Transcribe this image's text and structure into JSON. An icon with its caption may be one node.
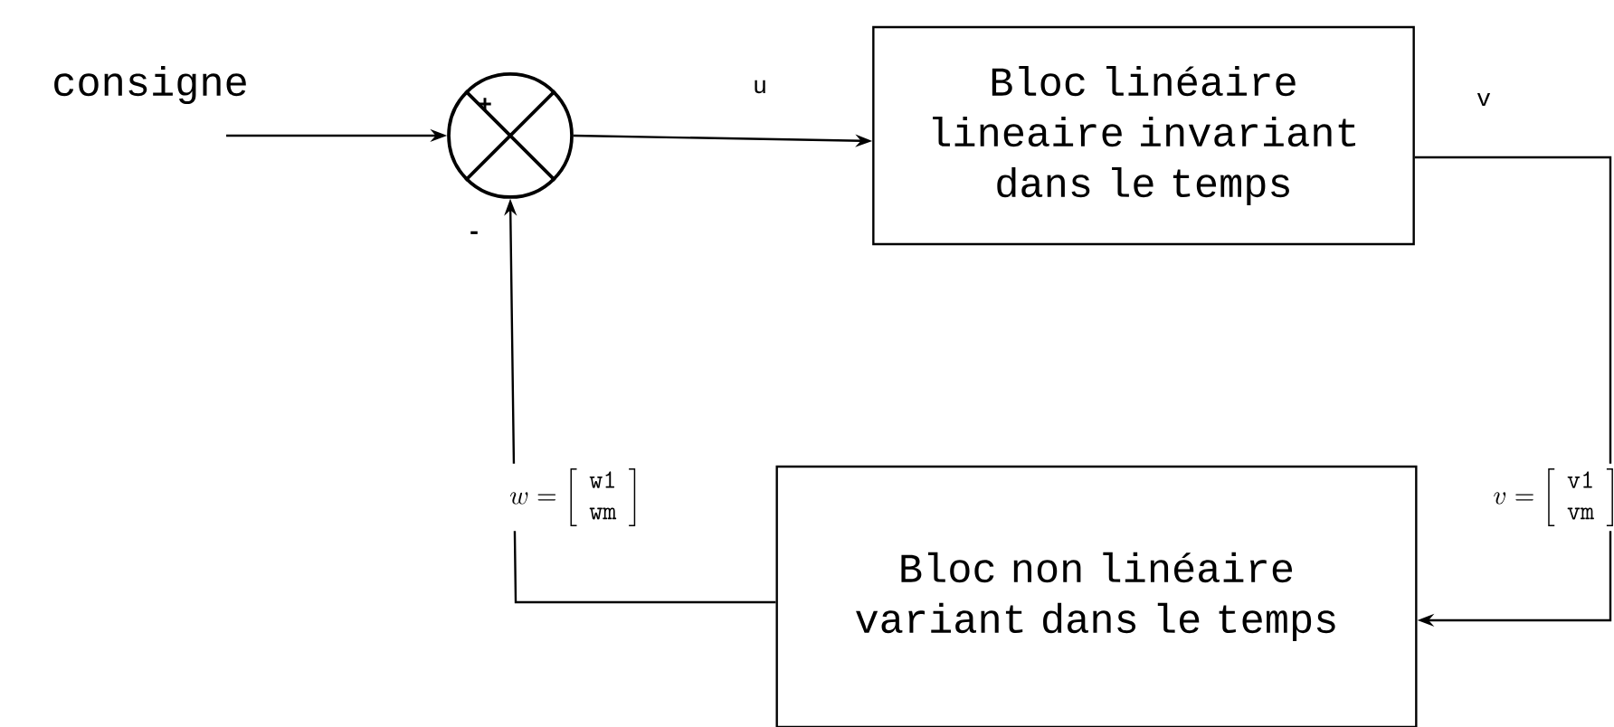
{
  "diagram": {
    "nodes": [
      {
        "text": [
          "consigne"
        ]
      },
      {
        "text": [],
        "shape": "circle"
      },
      {
        "text": [
          "Bloc linéaire lineaire invariant dans le temps"
        ]
      },
      {
        "text": [
          "Bloc non linéaire variant dans le temps"
        ]
      }
    ],
    "edges": [
      {
        "from": 0,
        "to": 1,
        "arrow": "to"
      },
      {
        "from": 1,
        "to": 2,
        "arrow": "to",
        "label": "u"
      },
      {
        "from": 2,
        "to": 3,
        "arrow": "to",
        "label": "v"
      },
      {
        "from": 3,
        "to": 1,
        "arrow": "to",
        "label": "w=\\left[\\begin{array}{l}\\mathtt{w1}\\\\\\mathtt{wm}\\end{array}\\right]"
      }
    ],
    "labels": [
      "+",
      "-",
      "v=\\left[\\begin{array}{l}\\mathtt{v1}\\\\\\mathtt{vm}\\end{array}\\right]"
    ]
  }
}
